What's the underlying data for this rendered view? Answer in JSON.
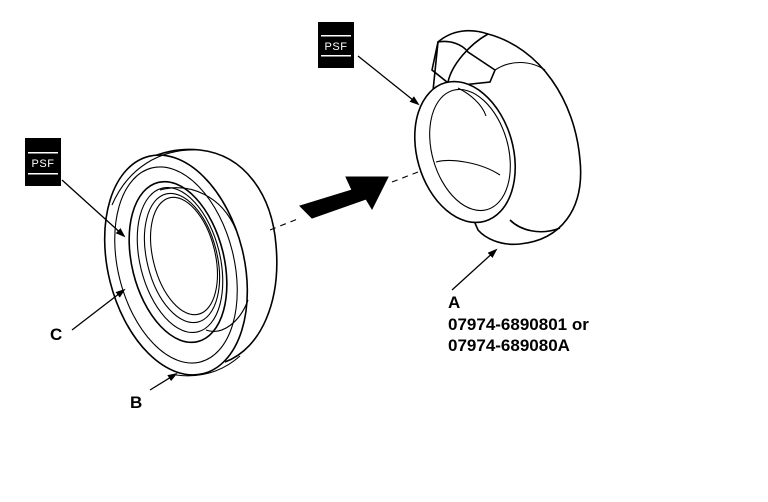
{
  "badges": {
    "top": "PSF",
    "left": "PSF"
  },
  "callouts": {
    "a": "A",
    "a_part_line1": "07974-6890801 or",
    "a_part_line2": "07974-689080A",
    "b": "B",
    "c": "C"
  }
}
